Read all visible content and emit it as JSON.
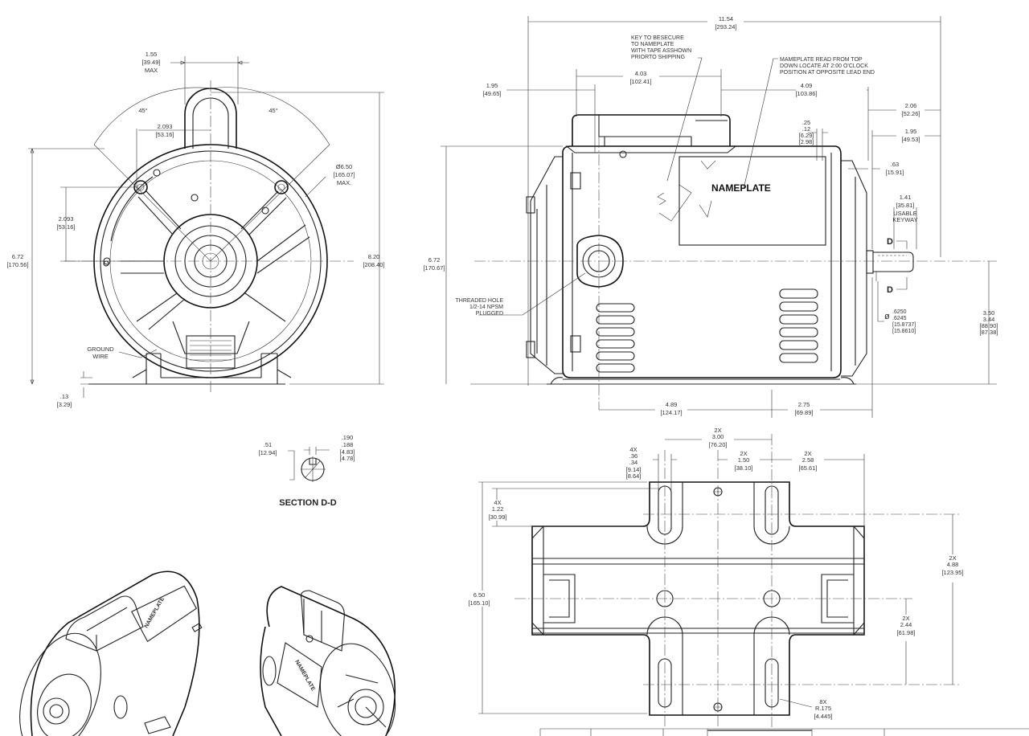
{
  "front_view": {
    "top_width": [
      "1.55",
      "[39.49]",
      "MAX"
    ],
    "angle_left": "45°",
    "angle_right": "45°",
    "handle_offset": [
      "2.093",
      "[53.16]"
    ],
    "diameter": [
      "Ø6.50",
      "[165.07]",
      "MAX."
    ],
    "bolt_height": [
      "2.093",
      "[53.16]"
    ],
    "height": [
      "6.72",
      "[170.56]"
    ],
    "overall_height": [
      "8.20",
      "[208.40]"
    ],
    "ground_wire": [
      "GROUND",
      "WIRE"
    ],
    "foot_thickness": [
      ".13",
      "[3.29]"
    ]
  },
  "side_view": {
    "overall_length": [
      "11.54",
      "[293.24]"
    ],
    "key_note": [
      "KEY TO BESECURE",
      "TO NAMEPLATE",
      "WITH TAPE ASSHOWN",
      "PRIORTO SHIPPING"
    ],
    "nameplate_note": [
      "MAMEPLATE READ FROM TOP",
      "DOWN LOCATE AT 2:00 O'CLOCK",
      "POSITION AT OPPOSITE LEAD END"
    ],
    "cap_width": [
      "4.03",
      "[102.41]"
    ],
    "end_to_cap": [
      "1.95",
      "[49.65]"
    ],
    "cap_to_end": [
      "4.09",
      "[103.86]"
    ],
    "shaft_ext_a": [
      "2.06",
      "[52.26]"
    ],
    "shaft_ext_b": [
      "1.95",
      "[49.53]"
    ],
    "lip": [
      ".25",
      ".12",
      "[6.29]",
      "[2.98]"
    ],
    "shoulder": [
      ".63",
      "[15.91]"
    ],
    "keyway": [
      "1.41",
      "[35.81]",
      "USABLE",
      "KEYWAY"
    ],
    "section_mark": "D",
    "nameplate_label": "NAMEPLATE",
    "height": [
      "6.72",
      "[170.67]"
    ],
    "threaded_hole": [
      "THREADED HOLE",
      "1/2-14 NPSM",
      "PLUGGED"
    ],
    "shaft_dia": [
      "ø",
      ".6250",
      ".6245",
      "[15.8737]",
      "[15.8610]"
    ],
    "shaft_height": [
      "3.50",
      "3.44",
      "[88.90]",
      "[87.38]"
    ],
    "hole_to_mount": [
      "4.89",
      "[124.17]"
    ],
    "mount_to_end": [
      "2.75",
      "[69.89]"
    ]
  },
  "section_dd": {
    "title": "SECTION D-D",
    "depth": [
      ".51",
      "[12.94]"
    ],
    "key_width": [
      ".190",
      ".188",
      "[4.83]",
      "[4.78]"
    ]
  },
  "base_view": {
    "slot_spacing": [
      "2X",
      "3.00",
      "[76.20]"
    ],
    "slot_width": [
      "4X",
      ".36",
      ".34",
      "[9.14]",
      "[8.64]"
    ],
    "half_spacing": [
      "2X",
      "1.50",
      "[38.10]"
    ],
    "slot_to_end": [
      "2X",
      "2.58",
      "[65.61]"
    ],
    "slot_length": [
      "4X",
      "1.22",
      "[30.99]"
    ],
    "base_width": [
      "6.50",
      "[165.10]"
    ],
    "slot_span": [
      "2X",
      "4.88",
      "[123.95]"
    ],
    "half_span": [
      "2X",
      "2.44",
      "[61.98]"
    ],
    "radius": [
      "8X",
      "R.175",
      "[4.445]"
    ]
  },
  "isometric": {
    "nameplate_left": "NAMEPLATE",
    "nameplate_right": "NAMEPLATE"
  }
}
